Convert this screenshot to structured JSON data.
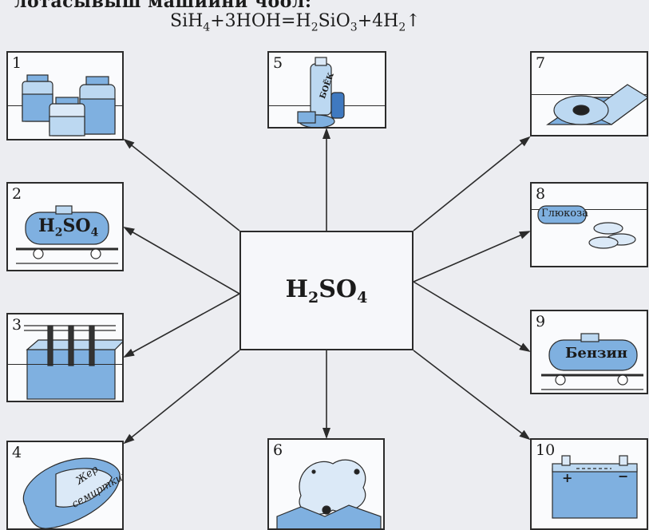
{
  "caption": "лотасывыш машиини чööл:",
  "equation": {
    "lhs": "SiH",
    "lhs_sub": "4",
    "mid1": "+3HOH=H",
    "mid1_sub": "2",
    "mid2": "SiO",
    "mid2_sub": "3",
    "mid3": "+4H",
    "mid3_sub": "2",
    "arrow": "↑"
  },
  "center": {
    "main": "H",
    "sub1": "2",
    "main2": "SO",
    "sub2": "4"
  },
  "boxes": [
    {
      "num": "1"
    },
    {
      "num": "2",
      "label_main": "H",
      "label_sub1": "2",
      "label_main2": "SO",
      "label_sub2": "4"
    },
    {
      "num": "3"
    },
    {
      "num": "4",
      "label_a": "Жер",
      "label_b": "семирткич"
    },
    {
      "num": "5",
      "label": "БОЁК"
    },
    {
      "num": "6"
    },
    {
      "num": "7"
    },
    {
      "num": "8",
      "label": "Глюкоза"
    },
    {
      "num": "9",
      "label": "Бензин"
    },
    {
      "num": "10",
      "plus": "+",
      "minus": "−"
    }
  ],
  "colors": {
    "line": "#2b2b2b",
    "blue_light": "#bcd8f1",
    "blue_mid": "#7fb0e0",
    "blue_dark": "#3f79c0"
  }
}
